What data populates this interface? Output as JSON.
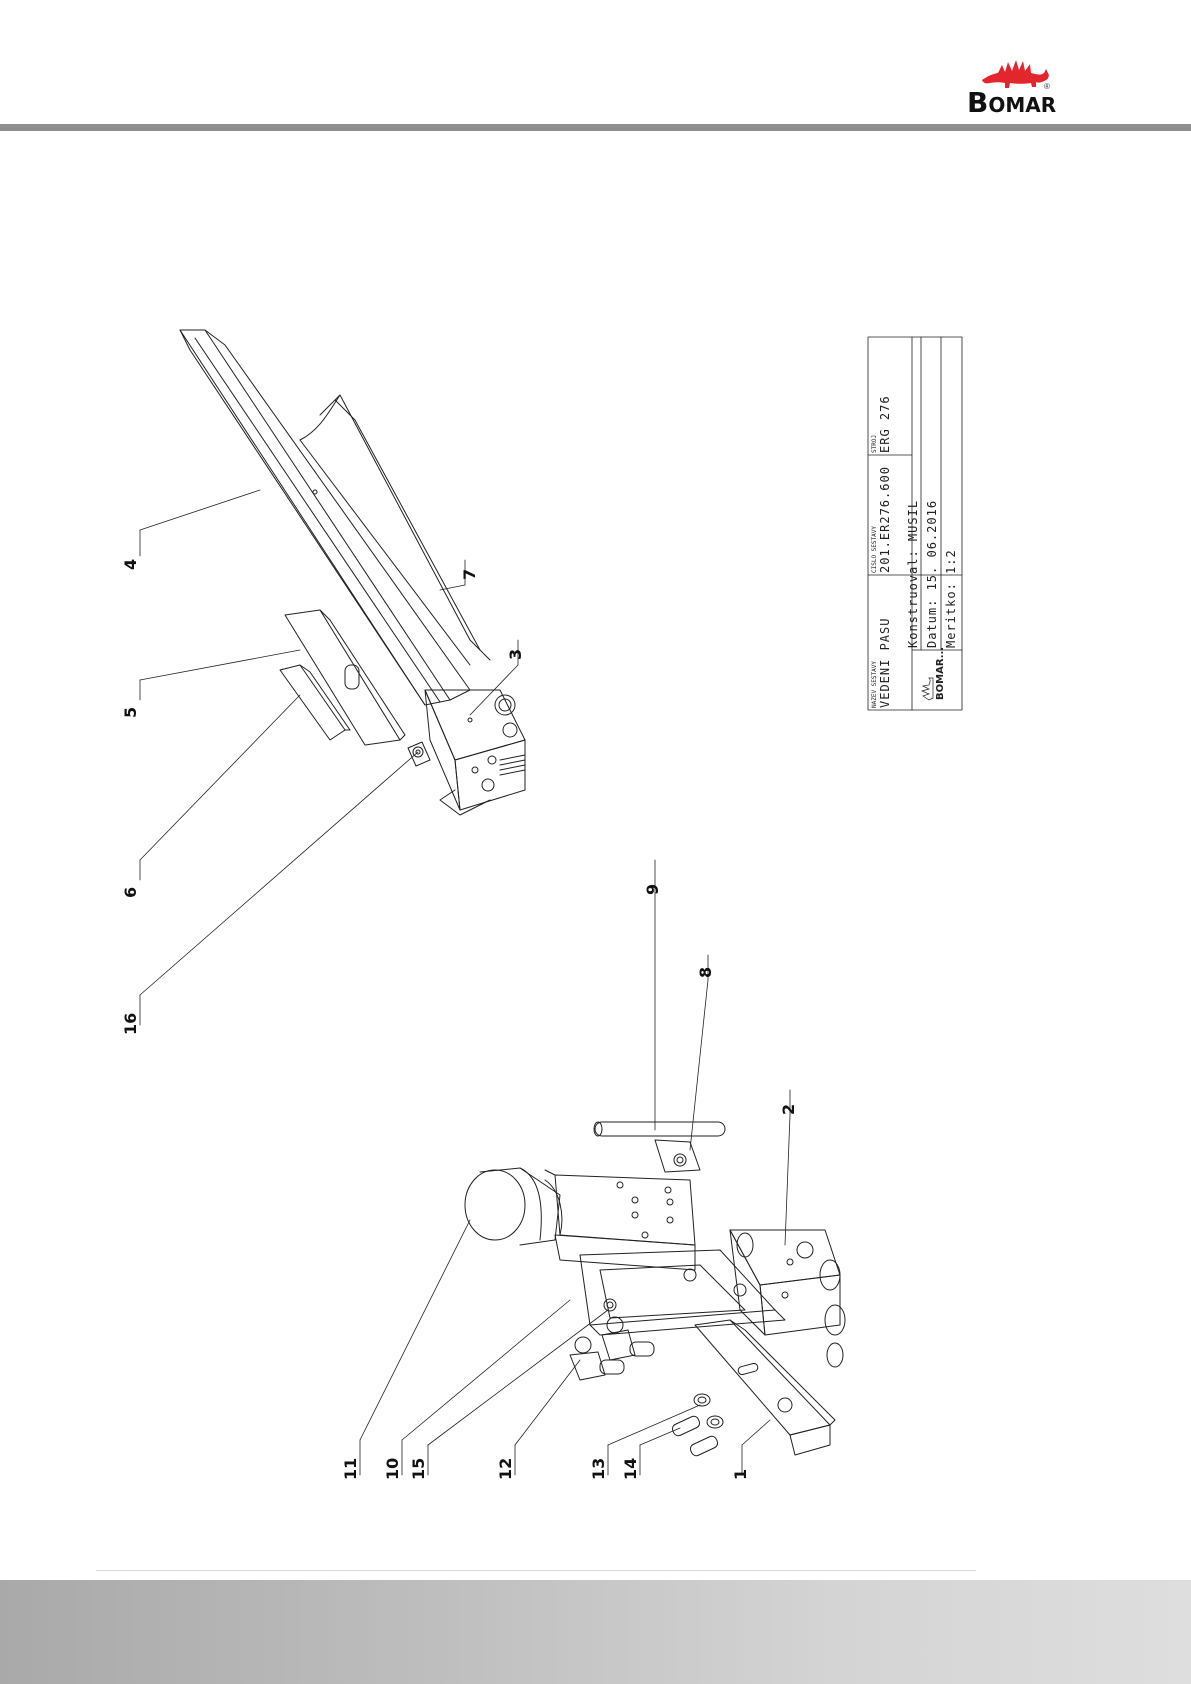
{
  "brand": {
    "name_first": "B",
    "name_rest": "OMAR",
    "registered": "®",
    "logo_color": "#e3262c"
  },
  "callouts": {
    "c1": "1",
    "c2": "2",
    "c3": "3",
    "c4": "4",
    "c5": "5",
    "c6": "6",
    "c7": "7",
    "c8": "8",
    "c9": "9",
    "c10": "10",
    "c11": "11",
    "c12": "12",
    "c13": "13",
    "c14": "14",
    "c15": "15",
    "c16": "16"
  },
  "title_block": {
    "name_label": "NAZEV SESTAVY",
    "name_value": "VEDENI PASU",
    "number_label": "CISLO SESTAVY",
    "number_value": "201.ER276.600",
    "machine_label": "STROJ",
    "machine_value": "ERG 276",
    "designer": "Konstruoval: MUSIL",
    "date": "Datum:        15. 06.2016",
    "scale": "Meritko:      1:2",
    "logo_text": "BOMAR..."
  },
  "colors": {
    "header_rule": "#8e8e8e",
    "footer_band": "#c4c4c4"
  }
}
